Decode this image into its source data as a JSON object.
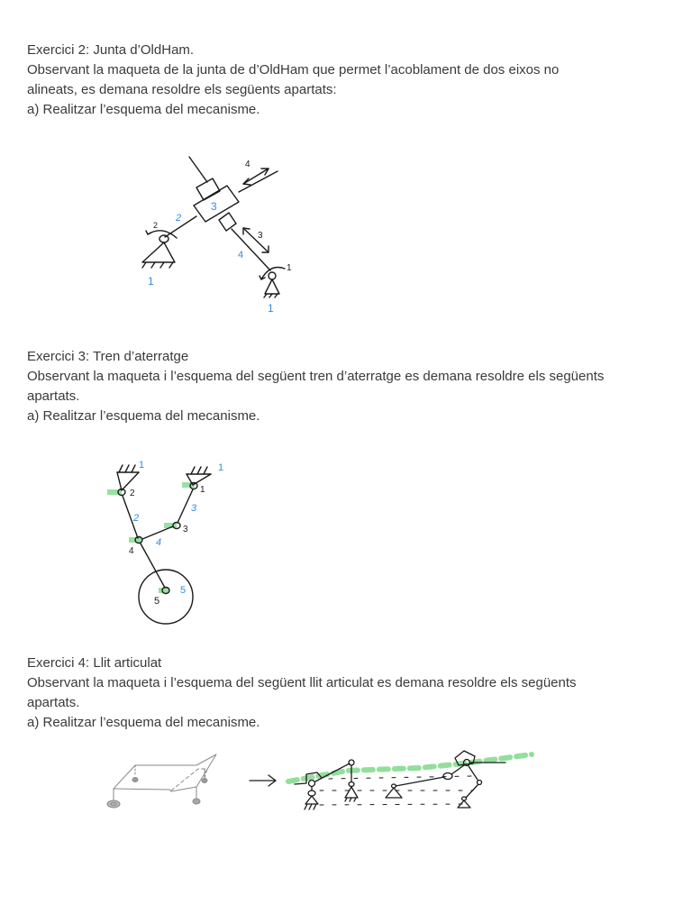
{
  "exercises": [
    {
      "title": "Exercici 2: Junta d’OldHam.",
      "statement_line1": "Observant la maqueta de la junta de d’OldHam que permet l’acoblament de dos eixos no",
      "statement_line2": "alineats, es demana resoldre els següents apartats:",
      "task": "a) Realitzar l’esquema del mecanisme.",
      "figure": {
        "labels": {
          "link_2": "2",
          "link_3": "3",
          "link_4_a": "4",
          "link_4_b": "4",
          "ground_left": "1",
          "ground_right": "1",
          "rot_2": "2",
          "rot_1": "1",
          "slide_3": "3",
          "slide_4": "4"
        }
      }
    },
    {
      "title": "Exercici 3: Tren d’aterratge",
      "statement_line1": "Observant la maqueta i l’esquema del següent tren d’aterratge es demana resoldre els següents",
      "statement_line2": "apartats.",
      "task": "a) Realitzar l’esquema del mecanisme.",
      "figure": {
        "labels": {
          "ground_left": "1",
          "ground_right": "1",
          "joint_2": "2",
          "joint_1": "1",
          "link_2": "2",
          "link_3": "3",
          "joint_3": "3",
          "link_4": "4",
          "joint_4": "4",
          "joint_5": "5",
          "link_5": "5"
        }
      }
    },
    {
      "title": "Exercici 4: Llit articulat",
      "statement_line1": "Observant la maqueta i l’esquema del següent llit articulat es demana resoldre els següents",
      "statement_line2": "apartats.",
      "task": "a) Realitzar l’esquema del mecanisme.",
      "figure": {
        "arrow": "→"
      }
    }
  ],
  "colors": {
    "text": "#3a3a3c",
    "ink": "#1a1a1a",
    "blue_label": "#2f8be0",
    "green_highlight": "#7fd98a"
  }
}
